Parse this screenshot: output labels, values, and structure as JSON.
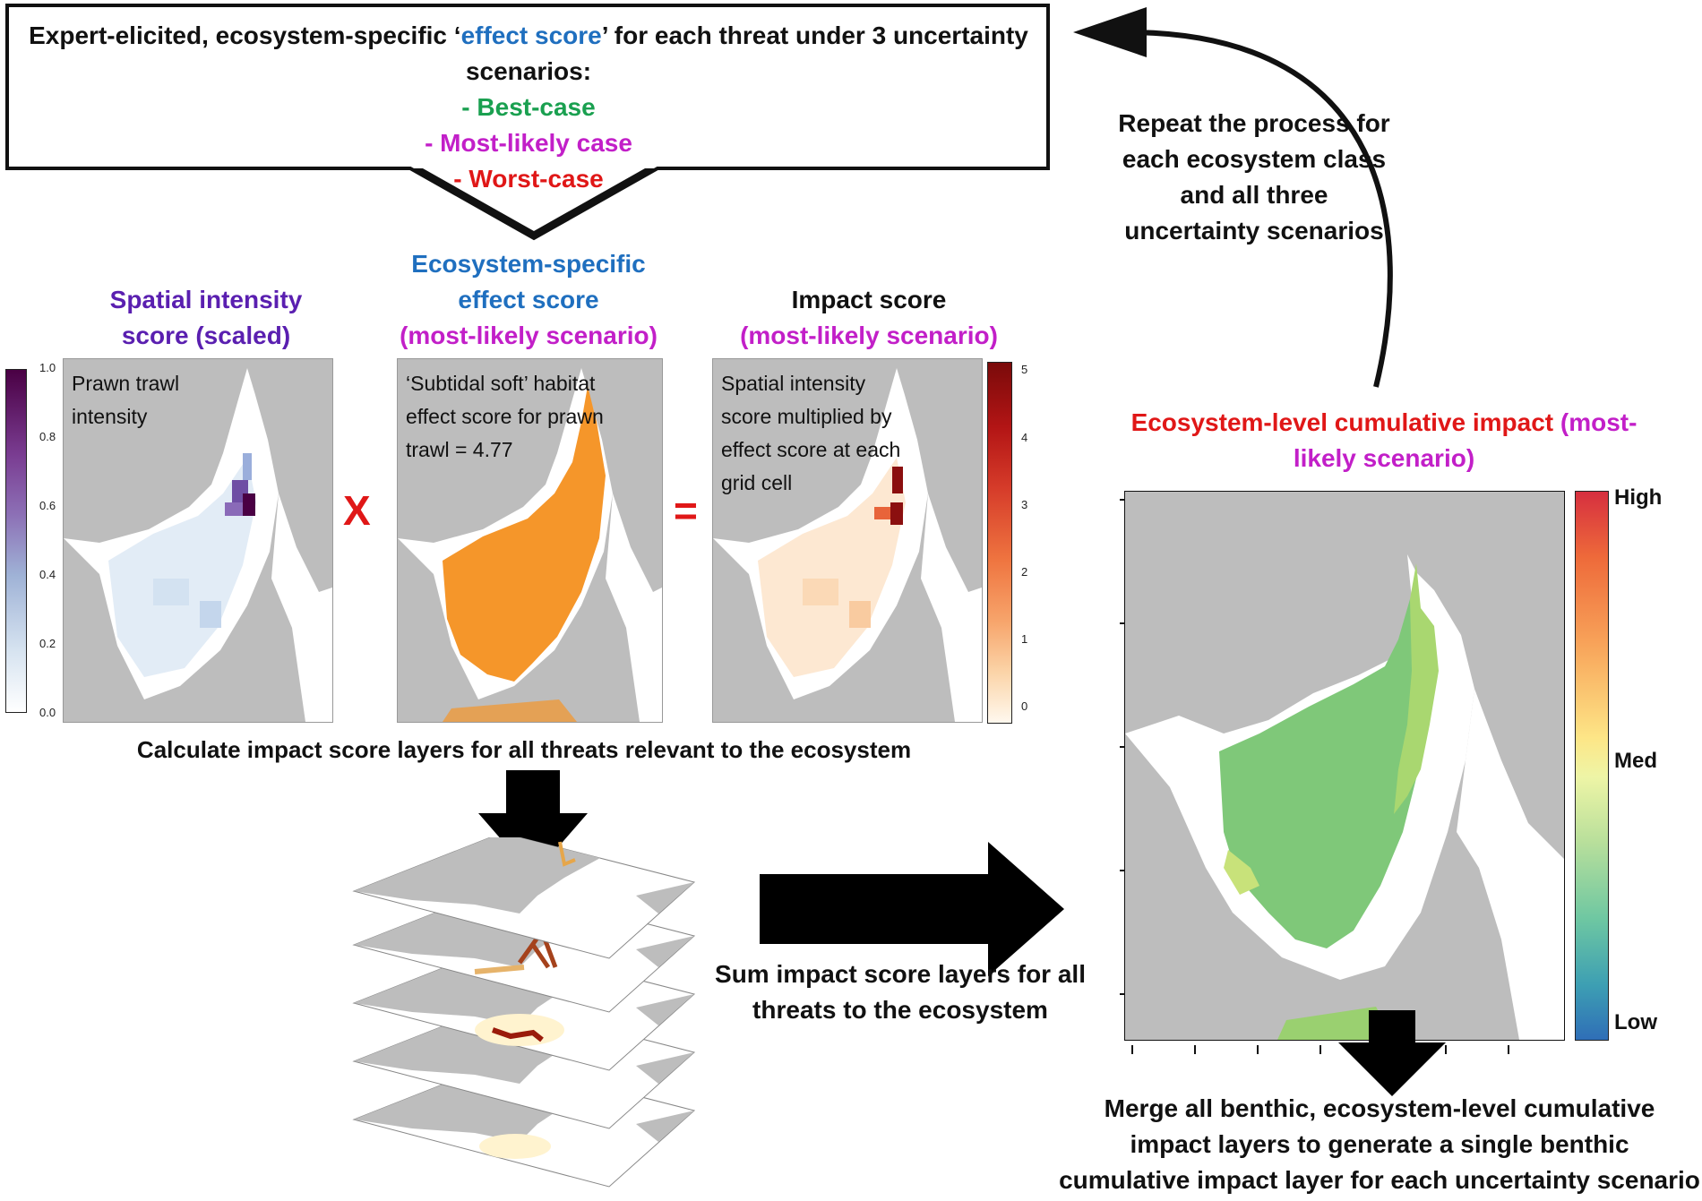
{
  "top_box": {
    "line1_pre": "Expert-elicited, ecosystem-specific ‘",
    "line1_highlight": "effect score",
    "line1_post": "’ for each threat under 3 uncertainty",
    "line2": "scenarios:",
    "best": "- Best-case",
    "most": "- Most-likely case",
    "worst": "- Worst-case"
  },
  "repeat_text": [
    "Repeat the process for",
    "each ecosystem class",
    "and all three",
    "uncertainty scenarios"
  ],
  "panel1": {
    "title_line1": "Spatial intensity",
    "title_line2": "score (scaled)",
    "label_line1": "Prawn trawl",
    "label_line2": "intensity",
    "ticks": [
      "1.0",
      "0.8",
      "0.6",
      "0.4",
      "0.2",
      "0.0"
    ]
  },
  "panel2": {
    "title_line1": "Ecosystem-specific",
    "title_line2": "effect score",
    "title_line3": "(most-likely scenario)",
    "label_line1": "‘Subtidal soft’ habitat",
    "label_line2": "effect score for prawn",
    "label_line3": "trawl = 4.77"
  },
  "panel3": {
    "title_line1": "Impact score",
    "title_line2": "(most-likely scenario)",
    "label_line1": "Spatial intensity",
    "label_line2": "score multiplied by",
    "label_line3": "effect score at each",
    "label_line4": "grid cell",
    "ticks": [
      "5",
      "4",
      "3",
      "2",
      "1",
      "0"
    ]
  },
  "operators": {
    "times": "X",
    "equals": "="
  },
  "calc_text": "Calculate impact score layers for all threats relevant to the ecosystem",
  "sum_text": [
    "Sum impact score layers for all",
    "threats to the ecosystem"
  ],
  "eco_title": {
    "part1": "Ecosystem-level cumulative impact",
    "part2": "(most-",
    "part3": "likely scenario)"
  },
  "eco_legend": {
    "high": "High",
    "med": "Med",
    "low": "Low"
  },
  "merge_text": [
    "Merge all benthic, ecosystem-level cumulative",
    "impact layers to generate a single benthic",
    "cumulative impact layer for each uncertainty scenario"
  ],
  "colors": {
    "effect_blue": "#1f6fbf",
    "best_green": "#1aa050",
    "most_magenta": "#c21fc8",
    "worst_red": "#e01717",
    "intensity_purple": "#5a1fb0",
    "land_grey": "#bdbdbd",
    "effect_orange": "#f5962a"
  }
}
